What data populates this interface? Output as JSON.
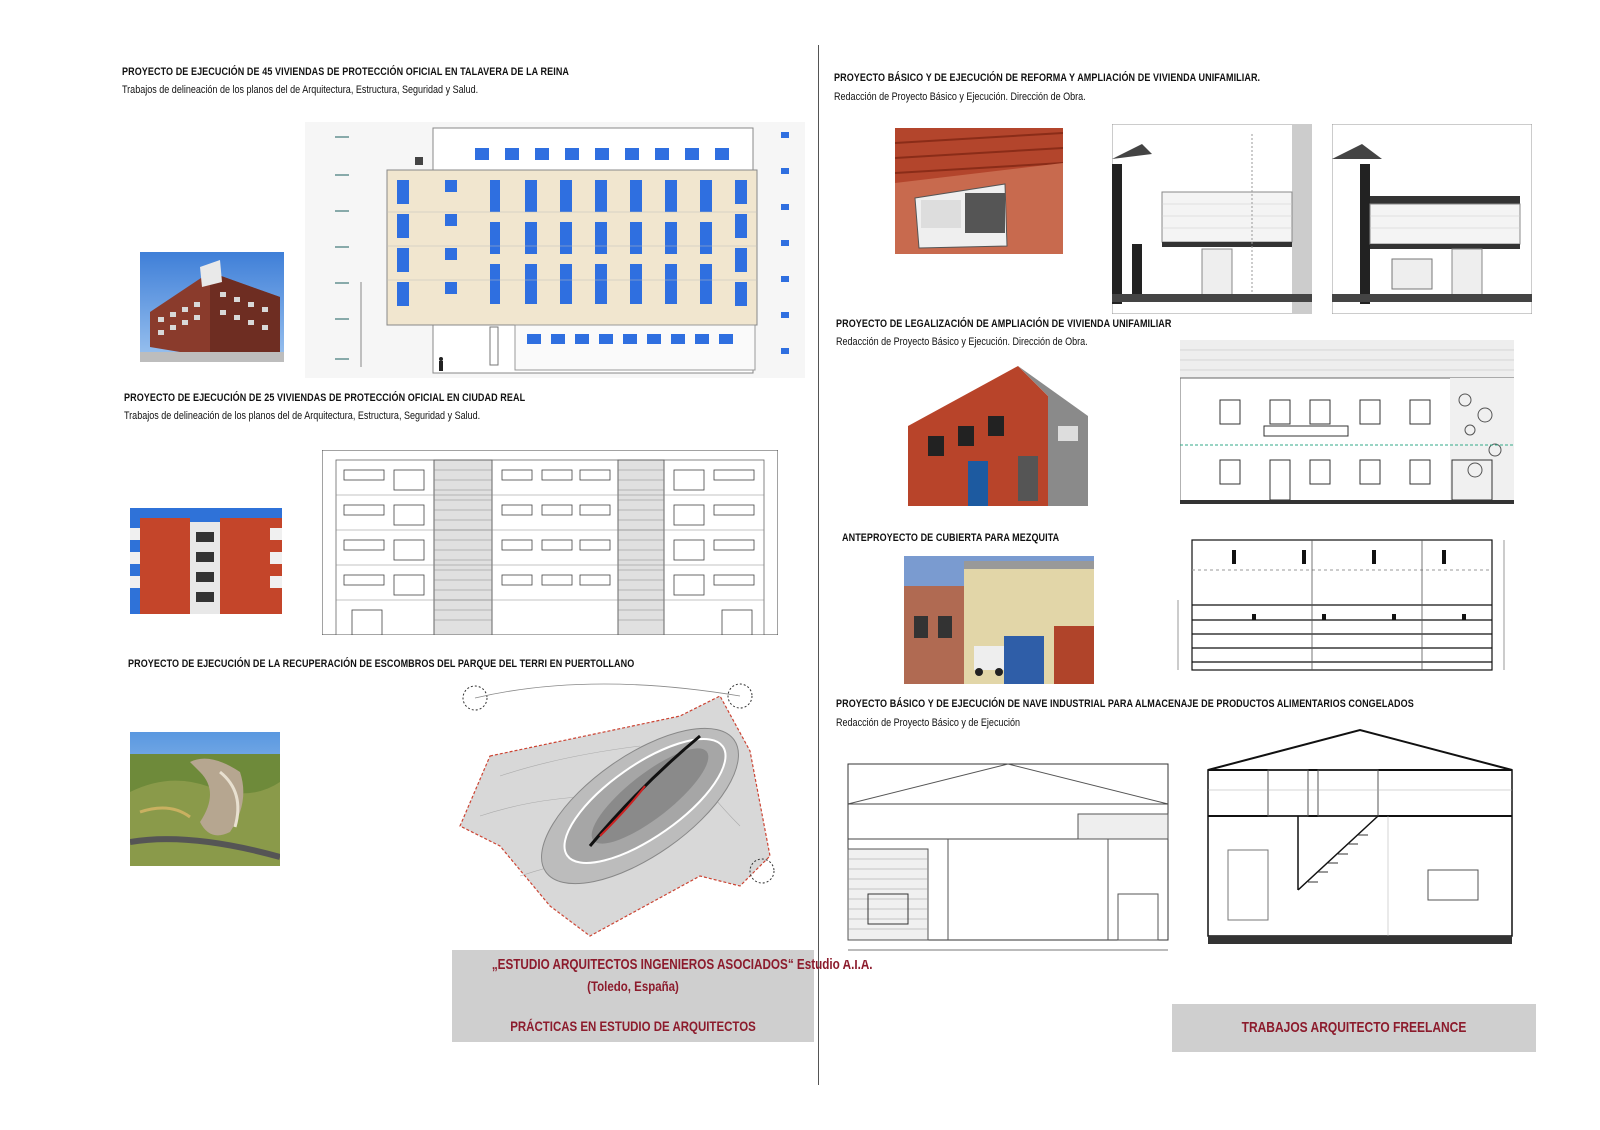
{
  "left": {
    "p1": {
      "title": "PROYECTO DE EJECUCIÓN DE 45 VIVIENDAS DE PROTECCIÓN OFICIAL EN TALAVERA DE LA REINA",
      "subtitle": "Trabajos de delineación de los planos del de Arquitectura, Estructura, Seguridad y Salud."
    },
    "p2": {
      "title": "PROYECTO DE EJECUCIÓN DE  25 VIVIENDAS DE PROTECCIÓN OFICIAL EN CIUDAD REAL",
      "subtitle": "Trabajos de delineación de los planos del de Arquitectura, Estructura, Seguridad y Salud."
    },
    "p3": {
      "title": "PROYECTO DE EJECUCIÓN DE LA RECUPERACIÓN DE ESCOMBROS DEL PARQUE DEL TERRI EN PUERTOLLANO"
    },
    "banner": {
      "line1": "„ESTUDIO ARQUITECTOS INGENIEROS ASOCIADOS“ Estudio A.I.A.",
      "line2": "(Toledo, España)",
      "line3": "PRÁCTICAS EN ESTUDIO DE ARQUITECTOS"
    }
  },
  "right": {
    "p1": {
      "title": "PROYECTO BÁSICO Y DE EJECUCIÓN DE REFORMA Y AMPLIACIÓN DE VIVIENDA UNIFAMILIAR.",
      "subtitle": "Redacción de Proyecto Básico y Ejecución. Dirección de Obra."
    },
    "p2": {
      "title": "PROYECTO DE LEGALIZACIÓN DE AMPLIACIÓN DE VIVIENDA UNIFAMILIAR",
      "subtitle": "Redacción de Proyecto Básico y Ejecución. Dirección de Obra."
    },
    "p3": {
      "title": "ANTEPROYECTO DE CUBIERTA PARA MEZQUITA"
    },
    "p4": {
      "title": "PROYECTO BÁSICO Y DE EJECUCIÓN DE NAVE INDUSTRIAL PARA ALMACENAJE  DE PRODUCTOS ALIMENTARIOS CONGELADOS",
      "subtitle": "Redacción de Proyecto Básico y de Ejecución"
    },
    "banner": {
      "line1": "TRABAJOS ARQUITECTO FREELANCE"
    }
  },
  "colors": {
    "accent_red": "#8c1b2c",
    "banner_gray": "#cfcfcf",
    "window_blue": "#2f6fe0"
  }
}
